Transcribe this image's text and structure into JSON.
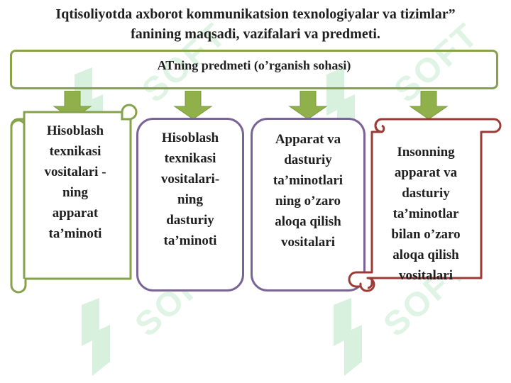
{
  "title": {
    "line1": "Iqtisoliyotda axborot kommunikatsion texnologiyalar va tizimlar”",
    "line2": "fanining maqsadi, vazifalari va predmeti."
  },
  "header": {
    "text": "ATning predmeti (o’rganish sohasi)"
  },
  "boxes": [
    {
      "lines": [
        "Hisoblash",
        "texnikasi",
        "vositalari -",
        "ning",
        "apparat",
        "ta’minoti"
      ]
    },
    {
      "lines": [
        "Hisoblash",
        "texnikasi",
        "vositalari-",
        "ning",
        "dasturiy",
        "ta’minoti"
      ]
    },
    {
      "lines": [
        "Apparat va",
        "dasturiy",
        "ta’minotlari",
        "ning o’zaro",
        "aloqa qilish",
        "vositalari"
      ]
    },
    {
      "lines": [
        "Insonning",
        "apparat va",
        "dasturiy",
        "ta’minotlar",
        "bilan o’zaro",
        "aloqa qilish",
        "vositalari"
      ]
    }
  ],
  "watermark": {
    "text": "SOFT"
  },
  "colors": {
    "green": "#86a24a",
    "purple": "#7a6496",
    "red": "#9c3b36",
    "arrow": "#8fb04a"
  }
}
